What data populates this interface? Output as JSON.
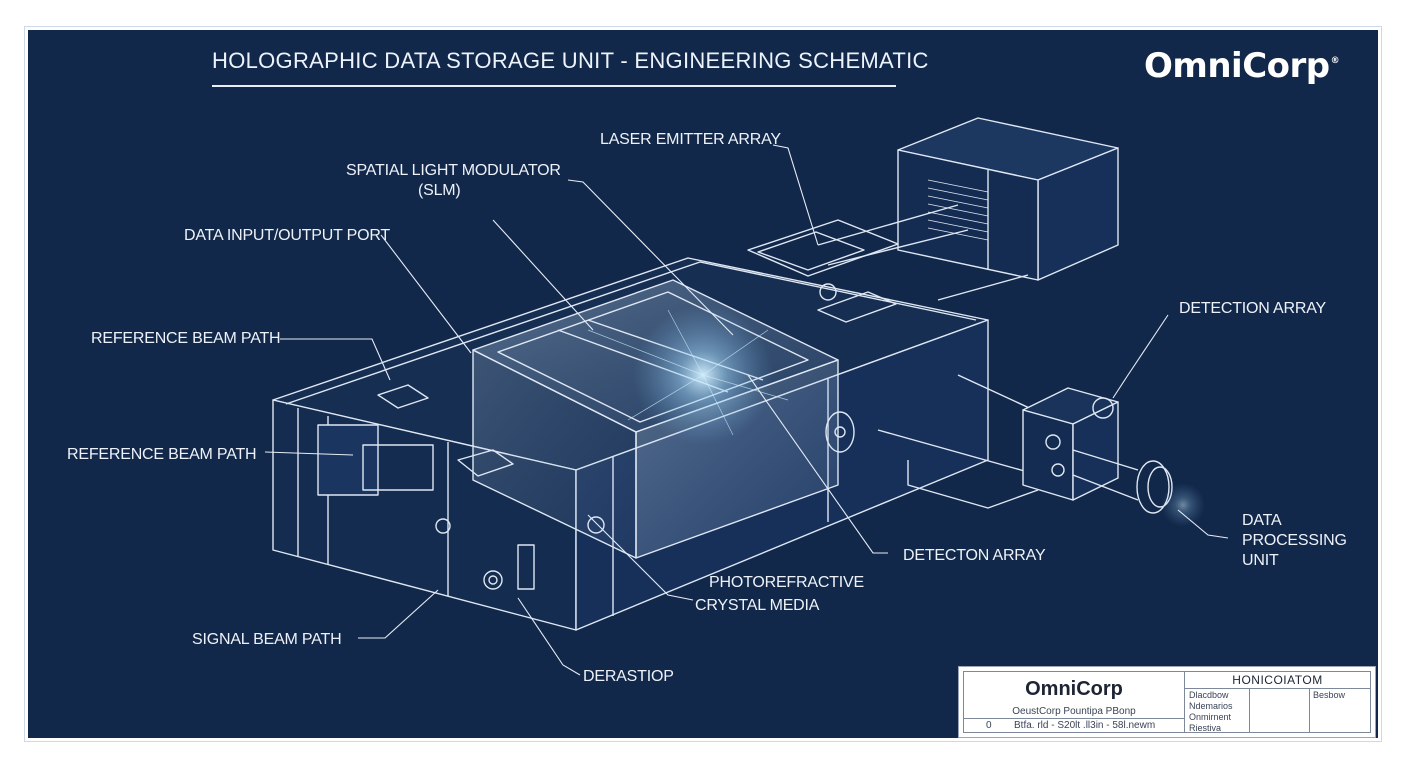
{
  "header": {
    "title": "HOLOGRAPHIC DATA STORAGE UNIT - ENGINEERING SCHEMATIC",
    "logo": "OmniCorp",
    "logo_mark": "®"
  },
  "labels": {
    "laser_emitter_array": "LASER EMITTER ARRAY",
    "slm_line1": "SPATIAL LIGHT MODULATOR",
    "slm_line2": "(SLM)",
    "data_io_port": "DATA INPUT/OUTPUT PORT",
    "reference_beam_path_1": "REFERENCE BEAM PATH",
    "reference_beam_path_2": "REFERENCE BEAM PATH",
    "signal_beam_path": "SIGNAL BEAM PATH",
    "derastiop": "DERASTIOP",
    "photorefractive_line1": "PHOTOREFRACTIVE",
    "photorefractive_line2": "CRYSTAL MEDIA",
    "detection_array_center": "DETECTON ARRAY",
    "detection_array_right": "DETECTION ARRAY",
    "dpu_line1": "DATA",
    "dpu_line2": "PROCESSING",
    "dpu_line3": "UNIT"
  },
  "title_block": {
    "logo": "OmniCorp",
    "subtitle": "OeustCorp Pountipa PBonp",
    "footer_number": "0",
    "footer_text": "Btfa. rld - S20lt .ll3in - 58l.newm",
    "right_header": "HONICOIATOM",
    "rows": [
      "Dlacdbow",
      "Ndemarios",
      "Onmirnent",
      "Riestiva"
    ],
    "side_label": "Besbow"
  },
  "colors": {
    "background": "#12284a",
    "line": "#dfe7f3",
    "glow": "#bfe6ff"
  }
}
